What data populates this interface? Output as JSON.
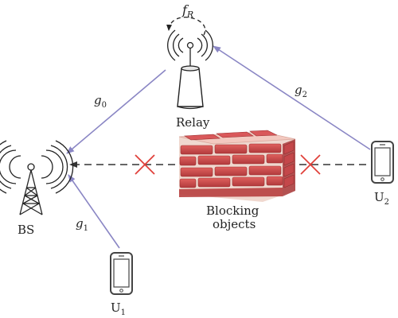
{
  "nodes": {
    "bs": {
      "label": "BS",
      "icon": "base-station-tower-icon"
    },
    "relay": {
      "label": "Relay",
      "icon": "relay-antenna-icon"
    },
    "u1": {
      "label": "U",
      "subscript": "1",
      "icon": "smartphone-icon"
    },
    "u2": {
      "label": "U",
      "subscript": "2",
      "icon": "smartphone-icon"
    }
  },
  "obstacle": {
    "label_line1": "Blocking",
    "label_line2": "objects",
    "icon": "brick-wall-icon"
  },
  "links": {
    "g0": {
      "symbol": "g",
      "subscript": "0",
      "from": "relay",
      "to": "bs"
    },
    "g1": {
      "symbol": "g",
      "subscript": "1",
      "from": "u1",
      "to": "bs"
    },
    "g2": {
      "symbol": "g",
      "subscript": "2",
      "from": "u2",
      "to": "relay"
    },
    "fr": {
      "symbol": "f",
      "subscript": "R",
      "kind": "self-loop"
    },
    "blocked": {
      "from": "u2",
      "to": "bs",
      "status": "blocked",
      "icon": "red-cross-icon"
    }
  },
  "colors": {
    "link": "#8a86c4",
    "blocked_link": "#333333",
    "cross": "#e0403a",
    "brick": "#c9484a",
    "mortar": "#f0d8cf",
    "device": "#444444"
  }
}
